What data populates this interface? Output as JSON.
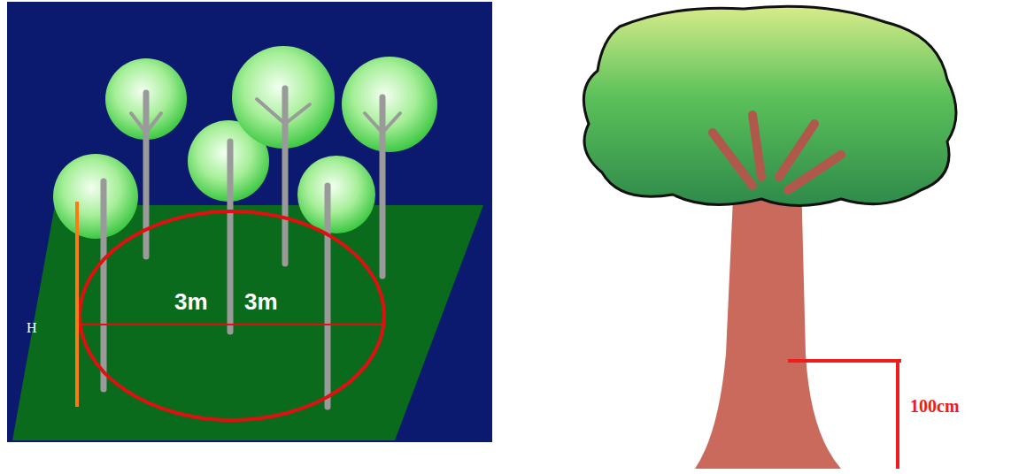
{
  "diagram": {
    "labels": [
      "H",
      "3m",
      "3m",
      "100cm"
    ]
  }
}
